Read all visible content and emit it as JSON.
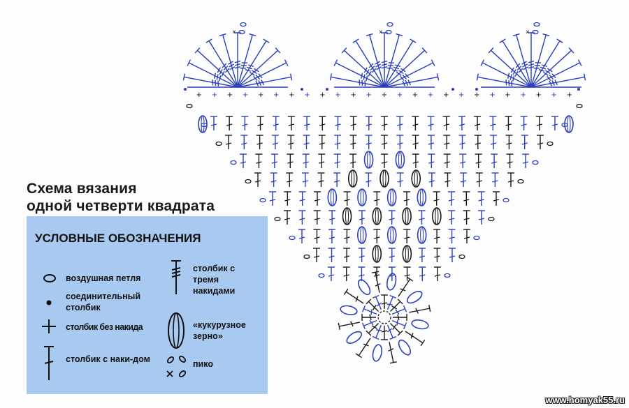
{
  "title": {
    "line1": "Схема вязания",
    "line2": "одной четверти квадрата"
  },
  "legend": {
    "heading": "УСЛОВНЫЕ ОБОЗНАЧЕНИЯ",
    "items": [
      {
        "icon": "chain-stitch-icon",
        "label": "воздушная петля"
      },
      {
        "icon": "slip-stitch-icon",
        "label": "соединительный столбик"
      },
      {
        "icon": "single-crochet-icon",
        "label": "столбик без накида"
      },
      {
        "icon": "double-crochet-icon",
        "label": "столбик с наки-дом"
      },
      {
        "icon": "triple-treble-icon",
        "label": "столбик с тремя накидами"
      },
      {
        "icon": "popcorn-icon",
        "label": "«кукурузное зерно»"
      },
      {
        "icon": "picot-icon",
        "label": "пико"
      }
    ]
  },
  "colors": {
    "blue": "#2a3fb8",
    "black": "#1a1a1a",
    "legend_bg": "#a8c9f0"
  },
  "watermark": "www.homyak55.ru"
}
